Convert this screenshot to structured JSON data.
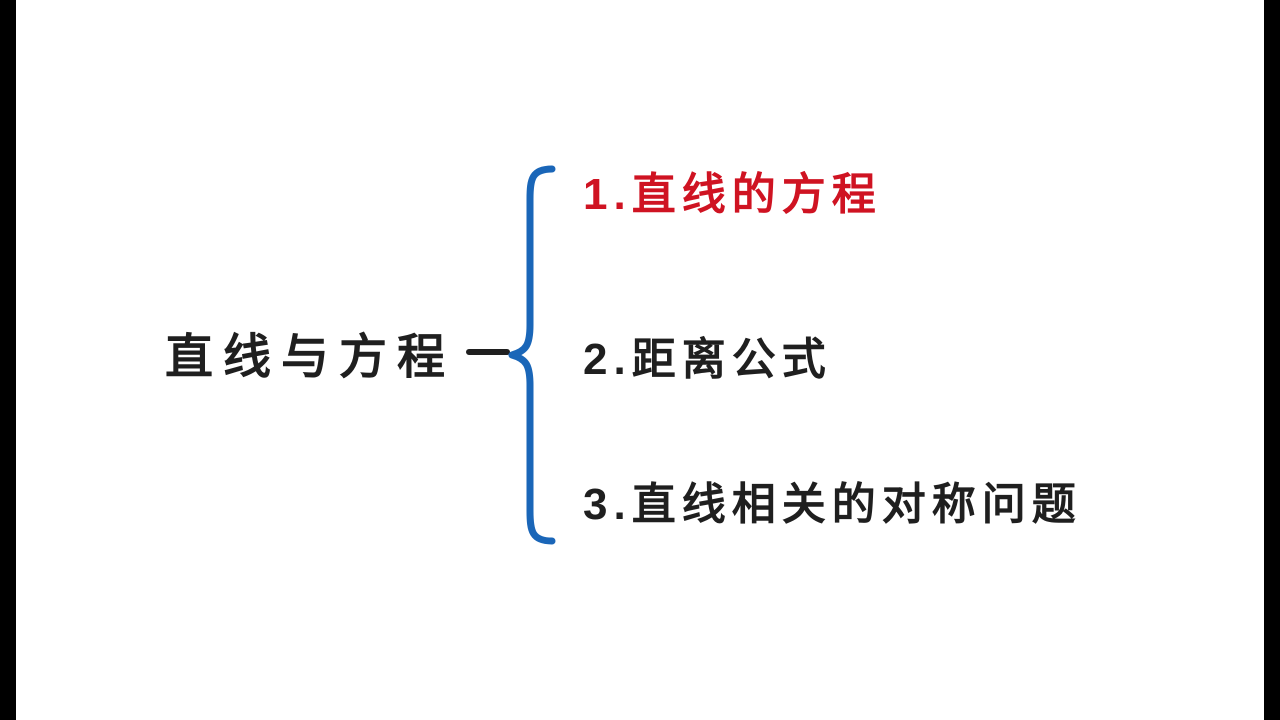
{
  "diagram": {
    "root": {
      "label": "直线与方程",
      "color": "#1f1f1f"
    },
    "connector_color": "#1f1f1f",
    "brace_color": "#1a66b8",
    "items": [
      {
        "label": "1.直线的方程",
        "color": "#cf1322"
      },
      {
        "label": "2.距离公式",
        "color": "#1f1f1f"
      },
      {
        "label": "3.直线相关的对称问题",
        "color": "#1f1f1f"
      }
    ]
  }
}
